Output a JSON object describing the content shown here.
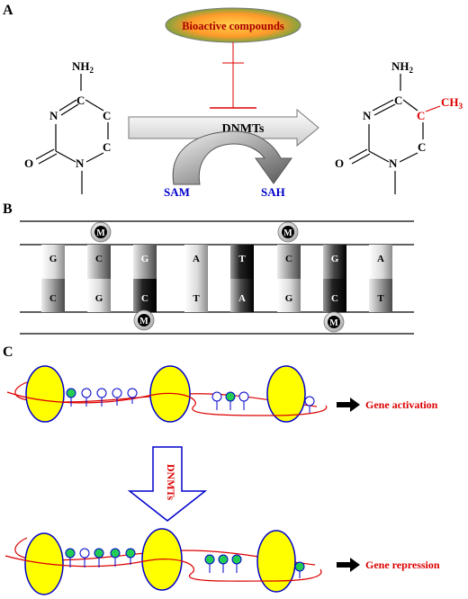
{
  "panels": {
    "a": "A",
    "b": "B",
    "c": "C"
  },
  "bioactive_label": "Bioactive compounds",
  "enzyme_label": "DNMTs",
  "sam_label": "SAM",
  "sah_label": "SAH",
  "molecule_left": {
    "nh2": "NH",
    "nh2_sub": "2",
    "n_ring": "N",
    "c_top": "C",
    "c_right1": "C",
    "c_right2": "C",
    "o": "O",
    "n_bottom": "N"
  },
  "molecule_right": {
    "nh2": "NH",
    "nh2_sub": "2",
    "n_ring": "N",
    "c_top": "C",
    "c_methyl": "C",
    "ch3": "CH",
    "ch3_sub": "3",
    "c_right2": "C",
    "o": "O",
    "n_bottom": "N"
  },
  "dna": {
    "top_bases": [
      "G",
      "C",
      "G",
      "A",
      "T",
      "C",
      "G",
      "A"
    ],
    "bottom_bases": [
      "C",
      "G",
      "C",
      "T",
      "A",
      "G",
      "C",
      "T"
    ],
    "methyl_label": "M"
  },
  "chromatin": {
    "activation_label": "Gene activation",
    "repression_label": "Gene repression",
    "arrow_label": "DNMTs"
  },
  "colors": {
    "red": "#dd0000",
    "blue": "#0000cc",
    "yellow": "#ffff00",
    "green": "#22cc55"
  }
}
